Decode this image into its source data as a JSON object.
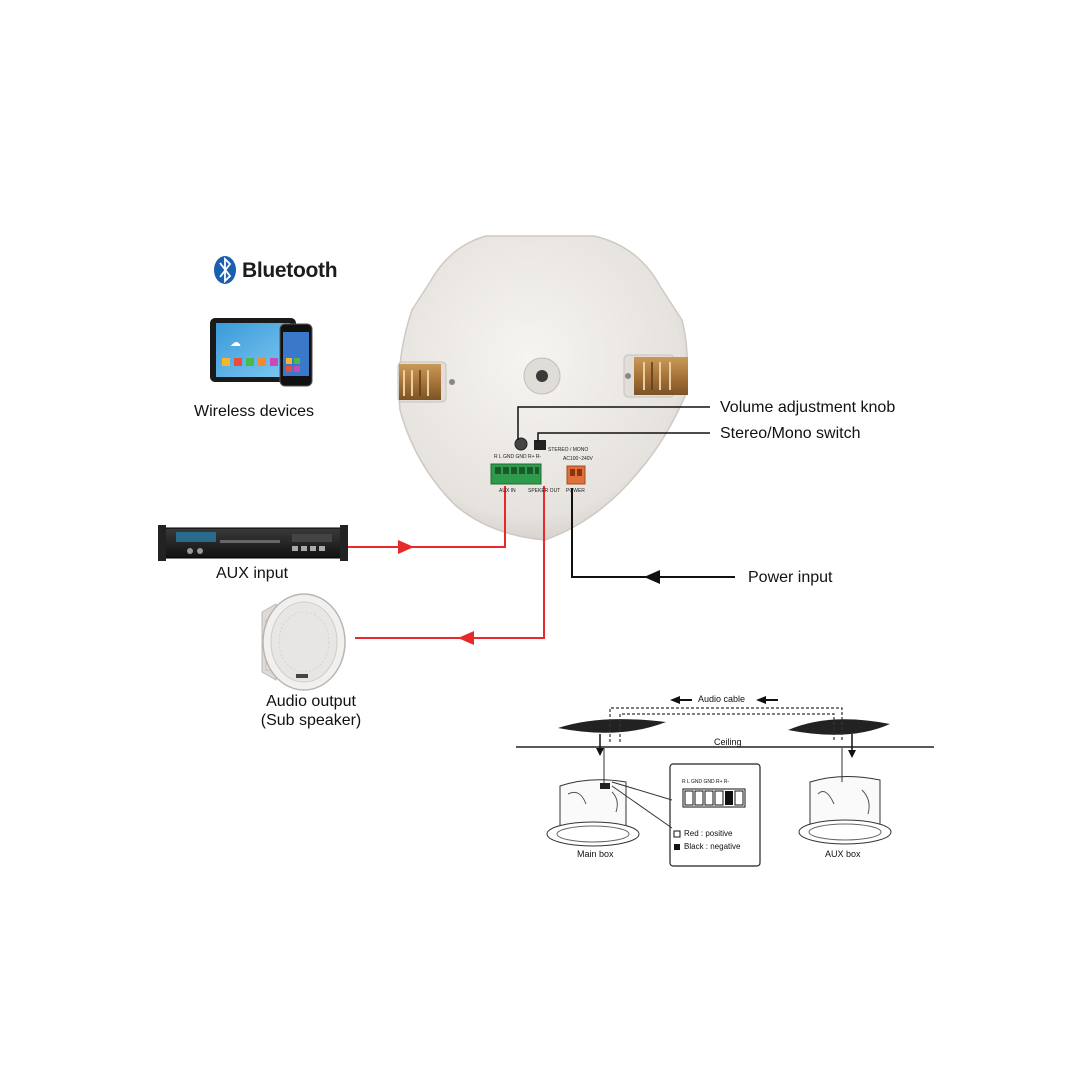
{
  "brand": {
    "bluetooth": "Bluetooth"
  },
  "labels": {
    "wireless": "Wireless devices",
    "aux_input": "AUX input",
    "audio_output_1": "Audio output",
    "audio_output_2": "(Sub speaker)",
    "volume": "Volume adjustment knob",
    "stereo": "Stereo/Mono switch",
    "power": "Power input"
  },
  "panel": {
    "terminals_top": "R   L  GND GND R+   R-",
    "ac": "AC100~240V",
    "stereo_mono": "STEREO / MONO",
    "aux_in": "AUX IN",
    "speaker_out": "SPEKER OUT",
    "power": "POWER"
  },
  "install": {
    "audio_cable": "Audio cable",
    "ceiling": "Ceiling",
    "main_box": "Main box",
    "aux_box": "AUX box",
    "inset_top": "R  L  GND GND  R+  R-",
    "red_note": "Red : positive",
    "black_note": "Black : negative"
  },
  "colors": {
    "wire_red": "#e8292b",
    "wire_black": "#111111",
    "green_terminal": "#2f9a4c",
    "orange_terminal": "#e0703a",
    "bluetooth_blue": "#1a5fb0"
  }
}
